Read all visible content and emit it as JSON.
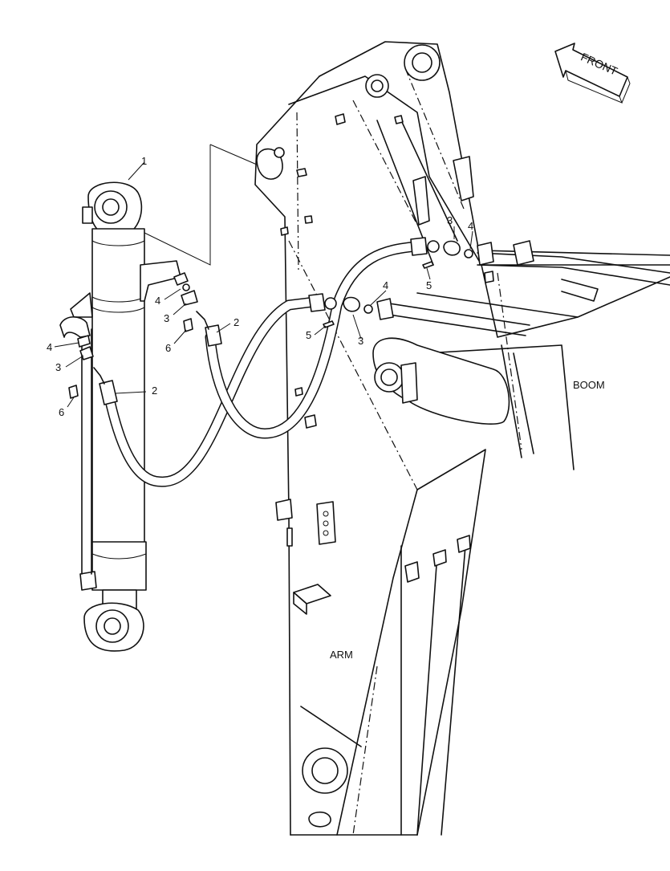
{
  "diagram": {
    "front_label": "FRONT",
    "area_labels": {
      "boom": "BOOM",
      "arm": "ARM"
    },
    "callouts": [
      {
        "id": "c1a",
        "text": "1"
      },
      {
        "id": "c2a",
        "text": "2"
      },
      {
        "id": "c2b",
        "text": "2"
      },
      {
        "id": "c3a",
        "text": "3"
      },
      {
        "id": "c3b",
        "text": "3"
      },
      {
        "id": "c3c",
        "text": "3"
      },
      {
        "id": "c3d",
        "text": "3"
      },
      {
        "id": "c4a",
        "text": "4"
      },
      {
        "id": "c4b",
        "text": "4"
      },
      {
        "id": "c4c",
        "text": "4"
      },
      {
        "id": "c4d",
        "text": "4"
      },
      {
        "id": "c5a",
        "text": "5"
      },
      {
        "id": "c5b",
        "text": "5"
      },
      {
        "id": "c6a",
        "text": "6"
      },
      {
        "id": "c6b",
        "text": "6"
      }
    ]
  }
}
